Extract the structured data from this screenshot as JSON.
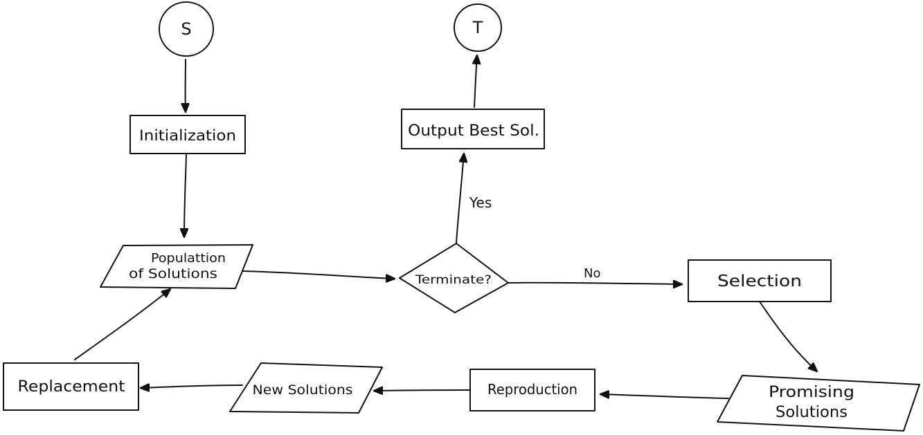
{
  "diagram": {
    "nodes": {
      "start": {
        "label": "S",
        "shape": "circle"
      },
      "terminal": {
        "label": "T",
        "shape": "circle"
      },
      "initialization": {
        "label": "Initialization",
        "shape": "rectangle"
      },
      "output_best": {
        "label": "Output Best Sol.",
        "shape": "rectangle"
      },
      "population": {
        "label_line1": "Populattion",
        "label_line2": "of Solutions",
        "shape": "parallelogram"
      },
      "terminate": {
        "label": "Terminate?",
        "shape": "diamond"
      },
      "selection": {
        "label": "Selection",
        "shape": "rectangle"
      },
      "promising": {
        "label_line1": "Promising",
        "label_line2": "Solutions",
        "shape": "parallelogram"
      },
      "reproduction": {
        "label": "Reproduction",
        "shape": "rectangle"
      },
      "new_solutions": {
        "label": "New Solutions",
        "shape": "parallelogram"
      },
      "replacement": {
        "label": "Replacement",
        "shape": "rectangle"
      }
    },
    "edges": [
      {
        "from": "start",
        "to": "initialization"
      },
      {
        "from": "initialization",
        "to": "population"
      },
      {
        "from": "population",
        "to": "terminate"
      },
      {
        "from": "terminate",
        "to": "output_best",
        "label": "Yes"
      },
      {
        "from": "output_best",
        "to": "terminal"
      },
      {
        "from": "terminate",
        "to": "selection",
        "label": "No"
      },
      {
        "from": "selection",
        "to": "promising"
      },
      {
        "from": "promising",
        "to": "reproduction"
      },
      {
        "from": "reproduction",
        "to": "new_solutions"
      },
      {
        "from": "new_solutions",
        "to": "replacement"
      },
      {
        "from": "replacement",
        "to": "population"
      }
    ],
    "edge_labels": {
      "yes": "Yes",
      "no": "No"
    }
  }
}
